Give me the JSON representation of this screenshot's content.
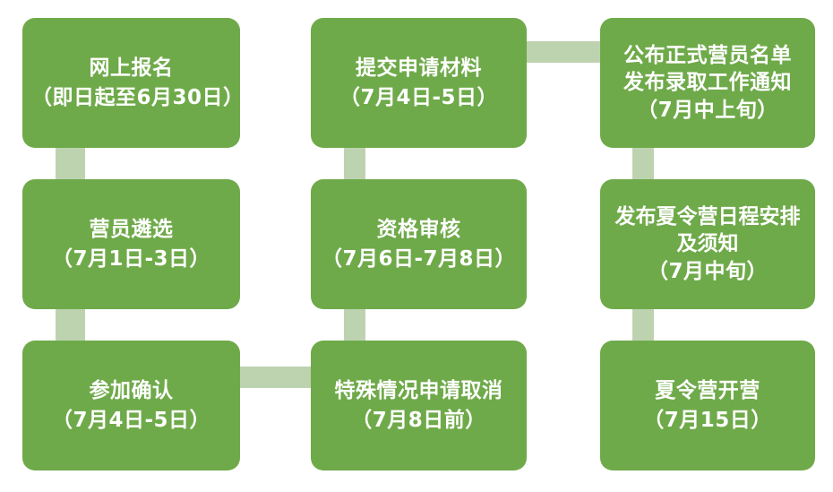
{
  "diagram": {
    "title": "summer-camp-schedule-flowchart",
    "colors": {
      "node_fill": "#6faa4a",
      "node_text": "#ffffff",
      "connector": "#bdd3b0",
      "background": "#ffffff"
    },
    "nodes": [
      {
        "id": "online-registration",
        "lines": [
          "网上报名",
          "（即日起至6月30日）"
        ]
      },
      {
        "id": "submit-application-materials",
        "lines": [
          "提交申请材料",
          "（7月4日-5日）"
        ]
      },
      {
        "id": "announce-official-camper-list",
        "lines": [
          "公布正式营员名单",
          "发布录取工作通知",
          "（7月中上旬）"
        ]
      },
      {
        "id": "camper-selection",
        "lines": [
          "营员遴选",
          "（7月1日-3日）"
        ]
      },
      {
        "id": "qualification-review",
        "lines": [
          "资格审核",
          "（7月6日-7月8日）"
        ]
      },
      {
        "id": "publish-camp-schedule-and-notice",
        "lines": [
          "发布夏令营日程安排及须知",
          "（7月中旬）"
        ]
      },
      {
        "id": "participation-confirmation",
        "lines": [
          "参加确认",
          "（7月4日-5日）"
        ]
      },
      {
        "id": "special-case-cancellation-request",
        "lines": [
          "特殊情况申请取消",
          "（7月8日前）"
        ]
      },
      {
        "id": "camp-opening",
        "lines": [
          "夏令营开营",
          "（7月15日）"
        ]
      }
    ],
    "connectors": [
      {
        "id": "online-registration-to-camper-selection",
        "orientation": "vertical"
      },
      {
        "id": "camper-selection-to-participation-confirmation",
        "orientation": "vertical"
      },
      {
        "id": "participation-confirmation-to-special-case-cancellation",
        "orientation": "horizontal"
      },
      {
        "id": "special-case-cancellation-to-qualification-review",
        "orientation": "vertical"
      },
      {
        "id": "qualification-review-to-submit-application-materials",
        "orientation": "vertical"
      },
      {
        "id": "submit-application-materials-to-announce-official-camper-list",
        "orientation": "horizontal"
      },
      {
        "id": "announce-official-camper-list-to-publish-camp-schedule",
        "orientation": "vertical"
      },
      {
        "id": "publish-camp-schedule-to-camp-opening",
        "orientation": "vertical"
      }
    ]
  }
}
